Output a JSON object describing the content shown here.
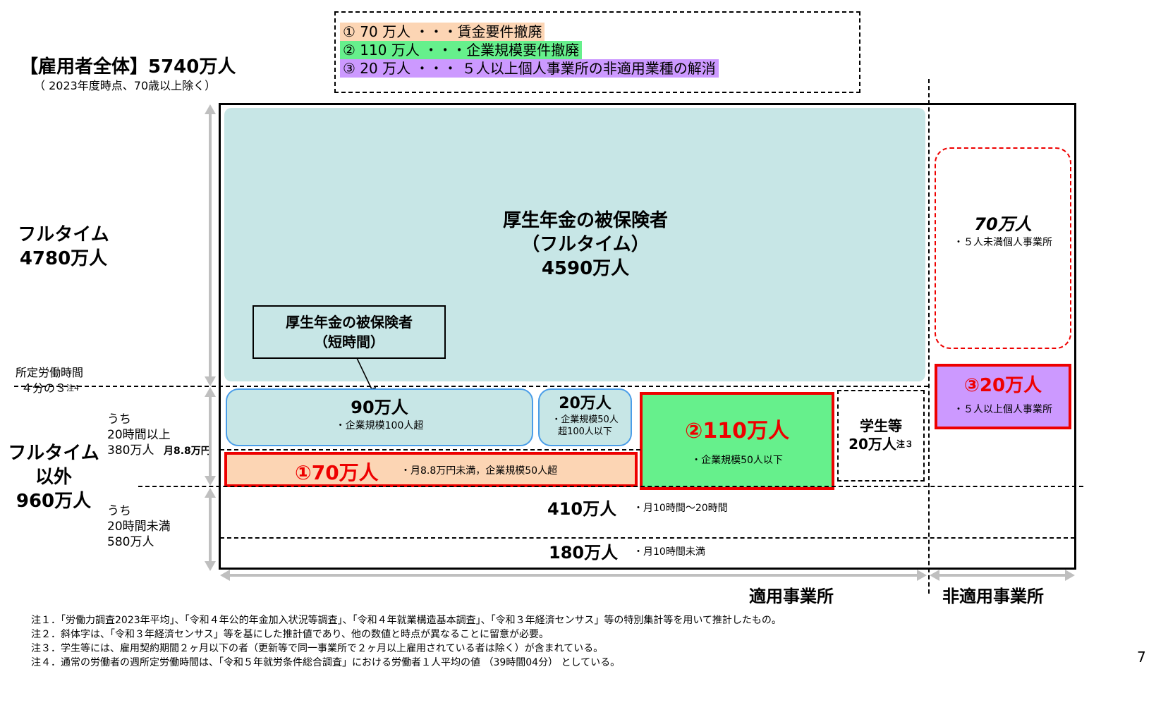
{
  "legend": {
    "item1": "① 70 万人 ・・・賃金要件撤廃",
    "item2": "② 110 万人 ・・・企業規模要件撤廃",
    "item3": "③ 20 万人 ・・・ ５人以上個人事業所の非適用業種の解消"
  },
  "header": {
    "title": "【雇用者全体】5740万人",
    "subtitle": "（ 2023年度時点、70歳以上除く）"
  },
  "left": {
    "fulltime_label": "フルタイム",
    "fulltime_count": "4780万人",
    "threshold_line1": "所定労働時間",
    "threshold_line2": "４分の３",
    "threshold_note": "注4",
    "non_fulltime_l1": "フルタイム",
    "non_fulltime_l2": "以外",
    "non_fulltime_count": "960万人",
    "over20_l1": "うち",
    "over20_l2": "20時間以上",
    "over20_l3": "380万人",
    "wage_threshold": "月8.8万円",
    "under20_l1": "うち",
    "under20_l2": "20時間未満",
    "under20_l3": "580万人"
  },
  "blocks": {
    "main_l1": "厚生年金の被保険者",
    "main_l2": "（フルタイム）",
    "main_l3": "4590万人",
    "callout_l1": "厚生年金の被保険者",
    "callout_l2": "（短時間）",
    "b90_value": "90万人",
    "b90_note": "・企業規模100人超",
    "b20_value": "20万人",
    "b20_note_l1": "・企業規模50人",
    "b20_note_l2": "超100人以下",
    "r1_value": "①70万人",
    "r1_note": "・月8.8万円未満，企業規模50人超",
    "r2_value": "②110万人",
    "r2_note": "・企業規模50人以下",
    "student_l1": "学生等",
    "student_l2": "20万人",
    "student_note": "注３",
    "b410_value": "410万人",
    "b410_note": "・月10時間～20時間",
    "b180_value": "180万人",
    "b180_note": "・月10時間未満",
    "r70_value": "70万人",
    "r70_note": "・５人未満個人事業所",
    "r3_value": "③20万人",
    "r3_note": "・５人以上個人事業所"
  },
  "axis": {
    "applicable": "適用事業所",
    "non_applicable": "非適用事業所"
  },
  "notes": [
    "注１．「労働力調査2023年平均」、「令和４年公的年金加入状況等調査」、「令和４年就業構造基本調査」、「令和３年経済センサス」等の特別集計等を用いて推計したもの。",
    "注２．斜体字は、「令和３年経済センサス」等を基にした推計値であり、他の数値と時点が異なることに留意が必要。",
    "注３．学生等には、雇用契約期間２ヶ月以下の者（更新等で同一事業所で２ヶ月以上雇用されている者は除く）が含まれている。",
    "注４．通常の労働者の週所定労働時間は、「令和５年就労条件総合調査」における労働者１人平均の値 （39時間04分） としている。"
  ],
  "page_number": "7",
  "colors": {
    "orange": "#fcd5b4",
    "green": "#66f08c",
    "purple": "#cc99ff",
    "teal": "#c7e6e6",
    "red": "#ee0000",
    "blue_border": "#4a9de8"
  }
}
